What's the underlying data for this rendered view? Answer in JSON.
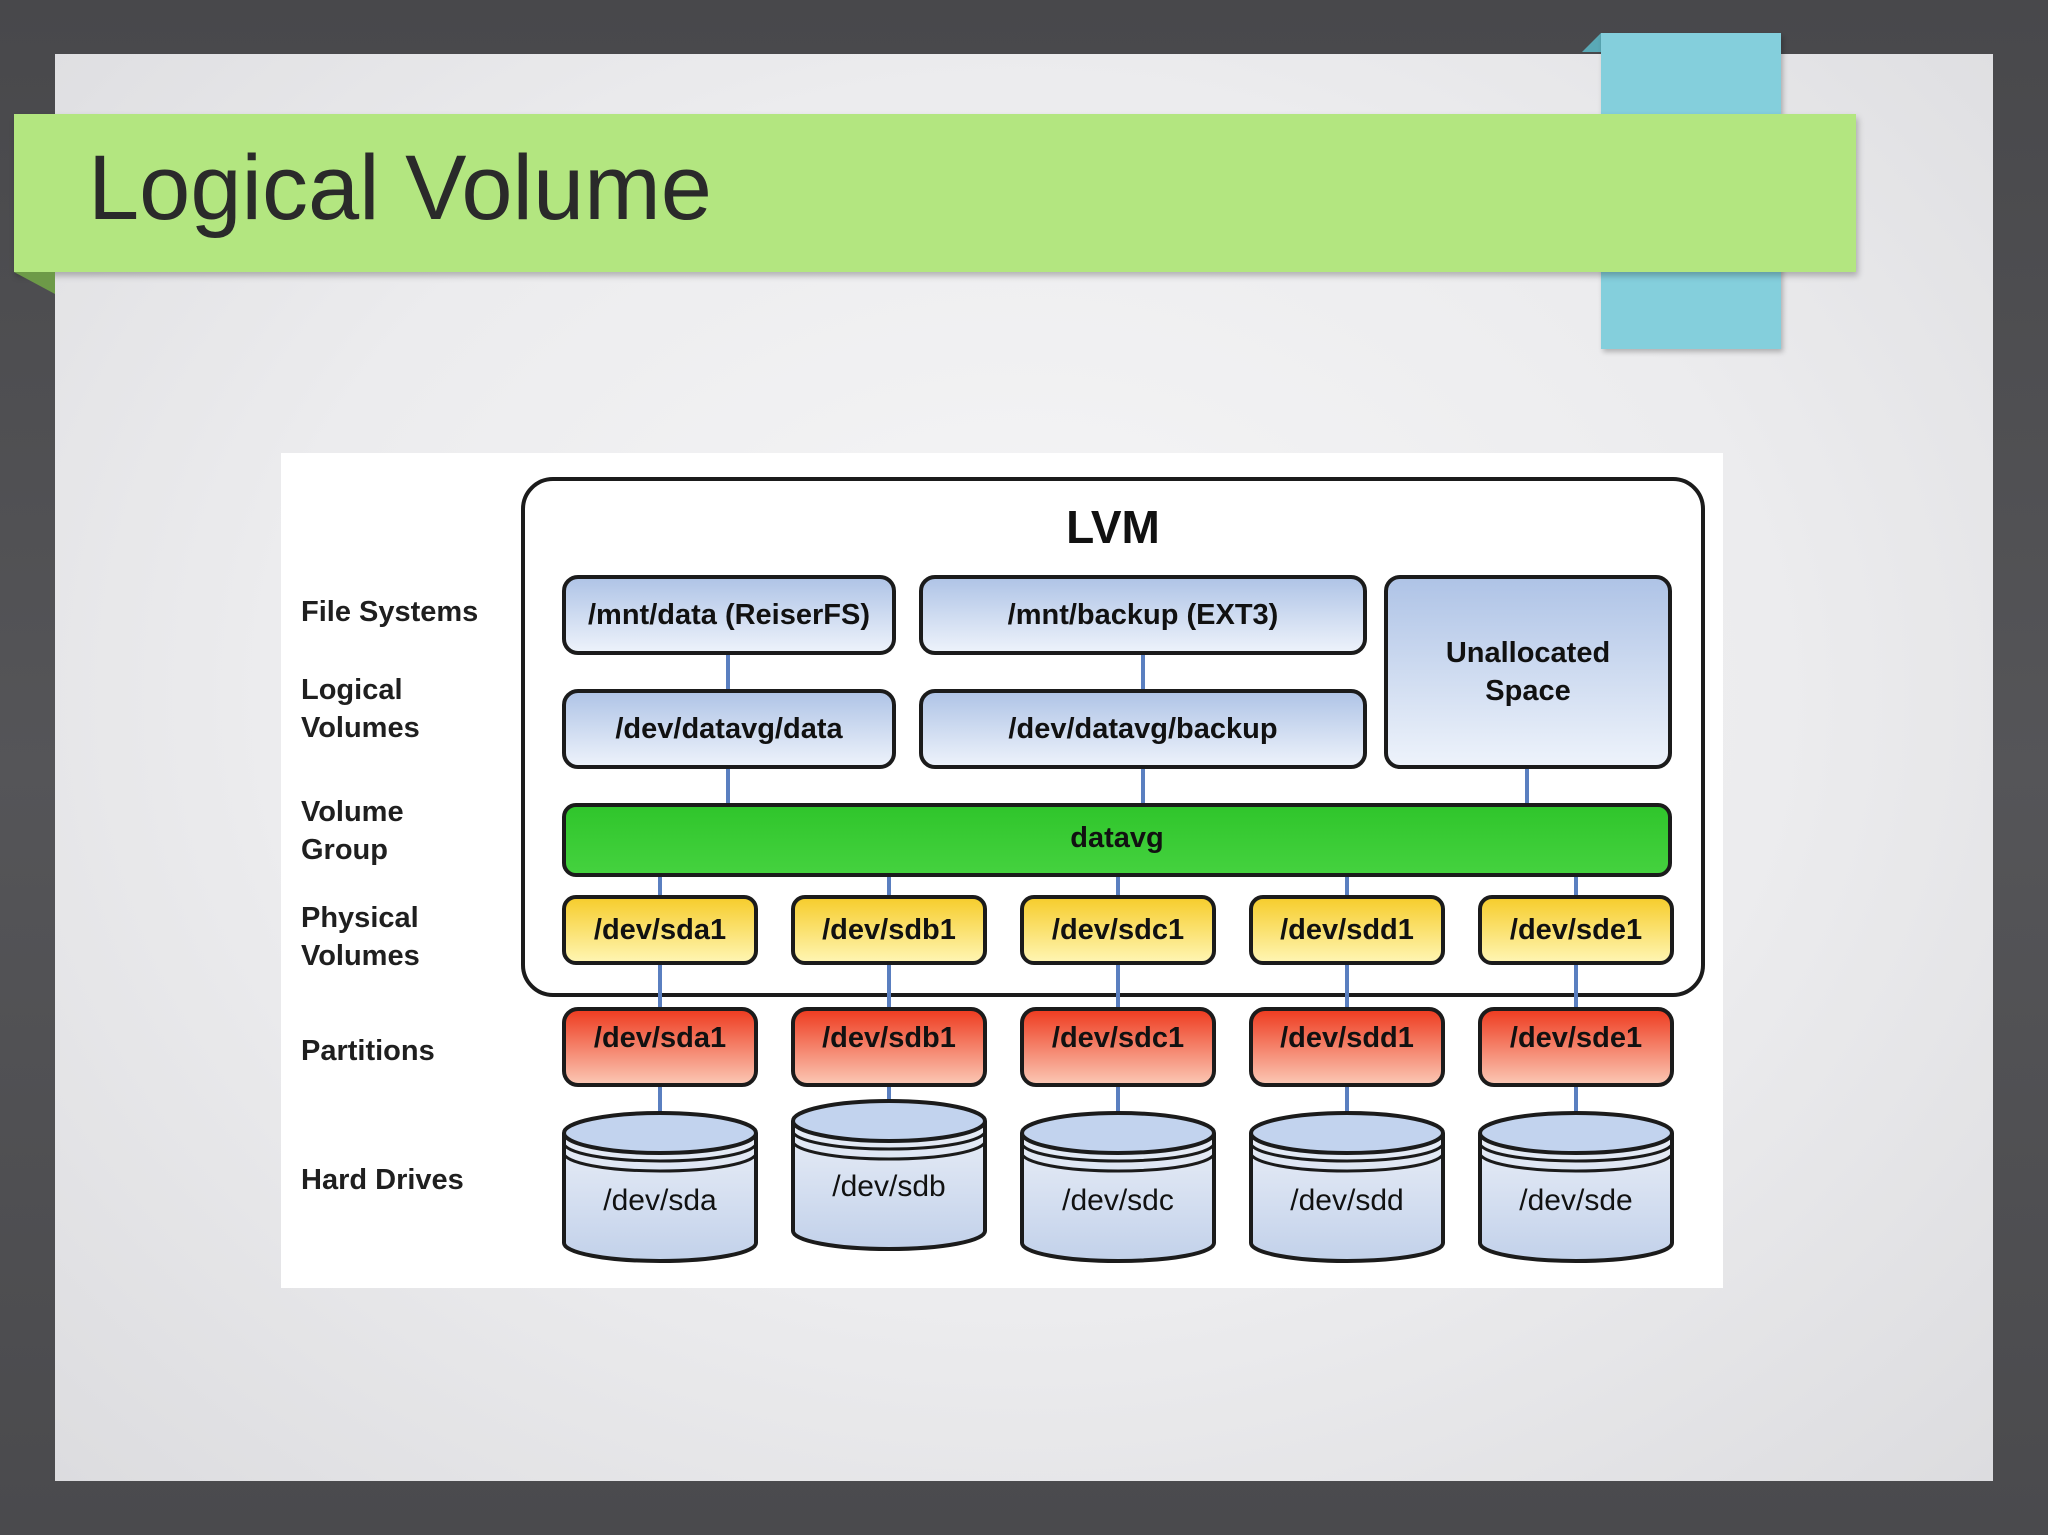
{
  "slide": {
    "title": "Logical Volume"
  },
  "diagram": {
    "container_title": "LVM",
    "layers": {
      "file_systems": "File Systems",
      "logical_volumes_line1": "Logical",
      "logical_volumes_line2": "Volumes",
      "volume_group_line1": "Volume",
      "volume_group_line2": "Group",
      "physical_volumes_line1": "Physical",
      "physical_volumes_line2": "Volumes",
      "partitions": "Partitions",
      "hard_drives": "Hard Drives"
    },
    "file_systems": [
      "/mnt/data (ReiserFS)",
      "/mnt/backup (EXT3)"
    ],
    "unallocated_line1": "Unallocated",
    "unallocated_line2": "Space",
    "logical_volumes": [
      "/dev/datavg/data",
      "/dev/datavg/backup"
    ],
    "volume_group": "datavg",
    "physical_volumes": [
      "/dev/sda1",
      "/dev/sdb1",
      "/dev/sdc1",
      "/dev/sdd1",
      "/dev/sde1"
    ],
    "partitions": [
      "/dev/sda1",
      "/dev/sdb1",
      "/dev/sdc1",
      "/dev/sdd1",
      "/dev/sde1"
    ],
    "hard_drives": [
      "/dev/sda",
      "/dev/sdb",
      "/dev/sdc",
      "/dev/sdd",
      "/dev/sde"
    ]
  },
  "colors": {
    "title_band": "#b3e680",
    "accent": "#84cfdc",
    "volume_group": "#3fcc3a",
    "physical_volume": "#ffe066",
    "partition": "#f0603a",
    "logical": "#c7d6ef",
    "connector": "#5a7fc0"
  }
}
